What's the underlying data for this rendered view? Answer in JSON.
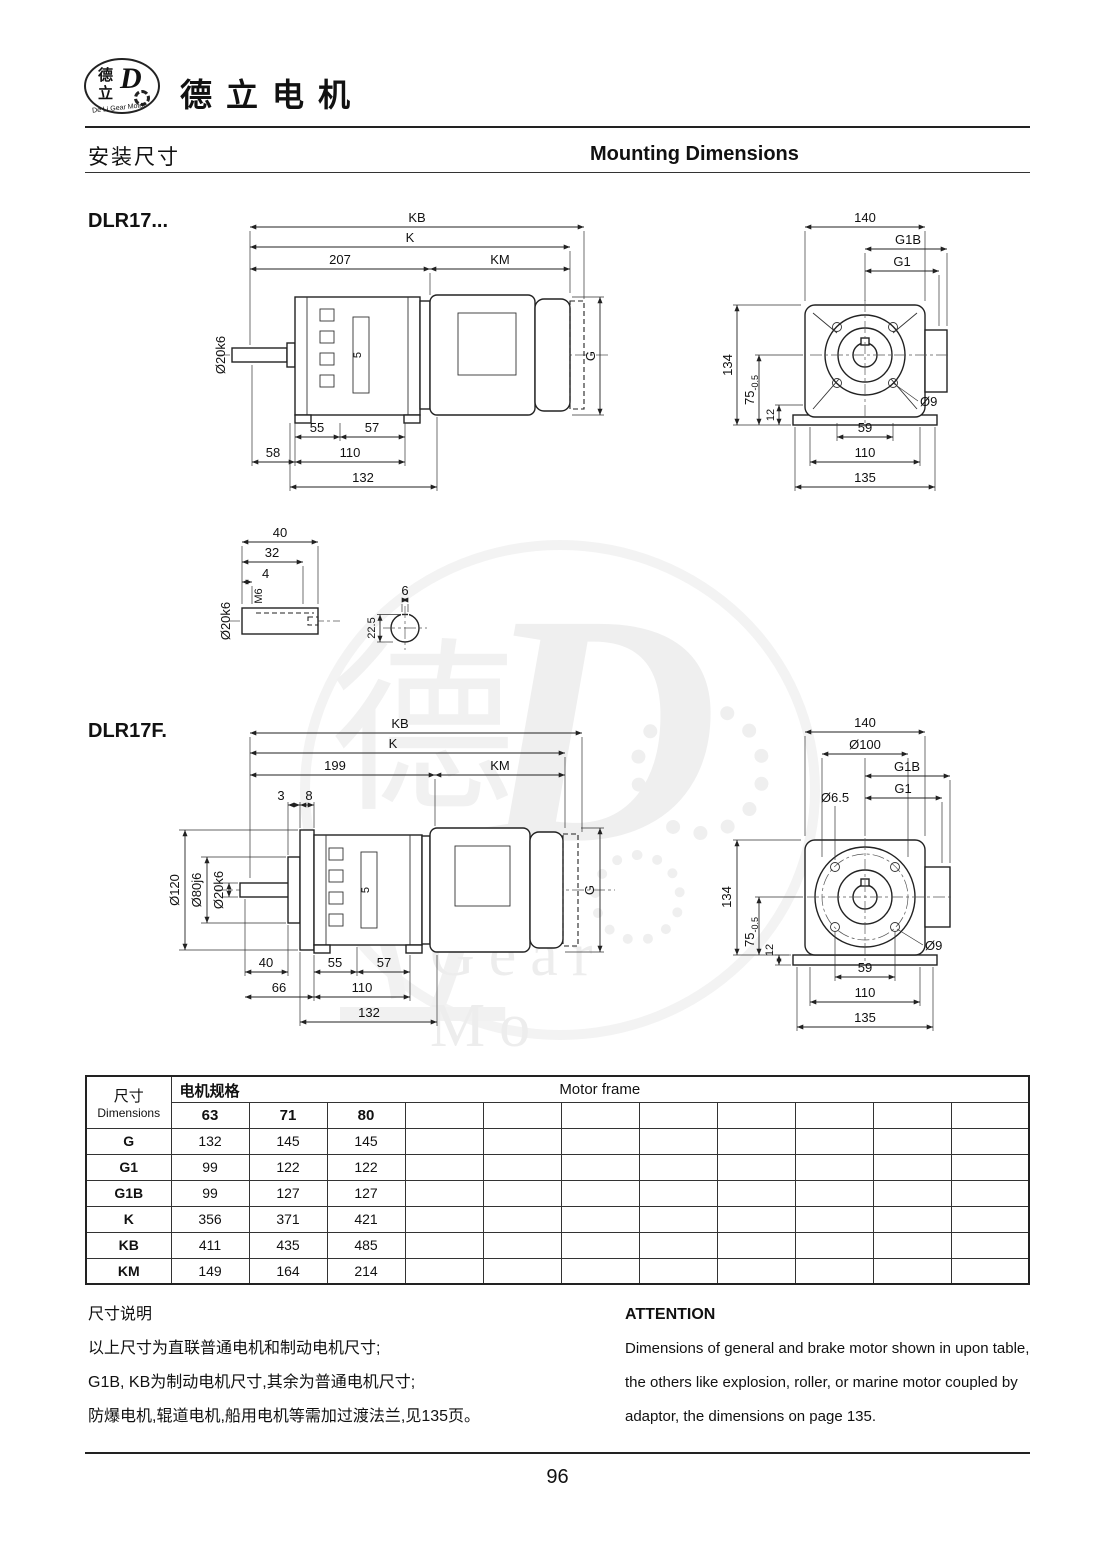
{
  "header": {
    "logo": {
      "zh_top": "德",
      "zh_bottom": "立",
      "script_letter": "D",
      "tagline": "De Li Gear Motor"
    },
    "company": "德立电机"
  },
  "titles": {
    "zh": "安装尺寸",
    "en": "Mounting Dimensions"
  },
  "sections": {
    "s1": "DLR17...",
    "s2": "DLR17F."
  },
  "watermark": {
    "zh1": "德",
    "zh2": "立",
    "letter": "D",
    "text": "Gear Mo"
  },
  "drawings": {
    "d1side": {
      "kb": "KB",
      "k": "K",
      "l207": "207",
      "km": "KM",
      "shaft": "Ø20k6",
      "key": "5",
      "g": "G",
      "l55": "55",
      "l57": "57",
      "l58": "58",
      "l110": "110",
      "l132": "132"
    },
    "d1front": {
      "l140": "140",
      "g1b": "G1B",
      "g1": "G1",
      "l134": "134",
      "l75": "75",
      "tol": "-0.5",
      "l12": "12",
      "l9": "Ø9",
      "l59": "59",
      "l110": "110",
      "l135": "135"
    },
    "shaftDetail": {
      "l40": "40",
      "l32": "32",
      "l4": "4",
      "m6": "M6",
      "shaft": "Ø20k6",
      "l6": "6",
      "l225": "22.5"
    },
    "d2side": {
      "kb": "KB",
      "k": "K",
      "l199": "199",
      "km": "KM",
      "l3": "3",
      "l8": "8",
      "l120": "Ø120",
      "l80": "Ø80j6",
      "l20": "Ø20k6",
      "key": "5",
      "g": "G",
      "l40": "40",
      "l55": "55",
      "l57": "57",
      "l66": "66",
      "l110": "110",
      "l132": "132"
    },
    "d2front": {
      "l140": "140",
      "l100": "Ø100",
      "g1b": "G1B",
      "l65": "Ø6.5",
      "g1": "G1",
      "l134": "134",
      "l75": "75",
      "tol": "-0.5",
      "l12": "12",
      "l9": "Ø9",
      "l59": "59",
      "l110": "110",
      "l135": "135"
    }
  },
  "table": {
    "dim_zh": "尺寸",
    "dim_en": "Dimensions",
    "spec_zh": "电机规格",
    "motor_frame": "Motor frame",
    "frames": [
      "63",
      "71",
      "80"
    ],
    "rows": [
      {
        "name": "G",
        "v": [
          "132",
          "145",
          "145"
        ]
      },
      {
        "name": "G1",
        "v": [
          "99",
          "122",
          "122"
        ]
      },
      {
        "name": "G1B",
        "v": [
          "99",
          "127",
          "127"
        ]
      },
      {
        "name": "K",
        "v": [
          "356",
          "371",
          "421"
        ]
      },
      {
        "name": "KB",
        "v": [
          "411",
          "435",
          "485"
        ]
      },
      {
        "name": "KM",
        "v": [
          "149",
          "164",
          "214"
        ]
      }
    ]
  },
  "notes": {
    "zh_title": "尺寸说明",
    "zh1": "以上尺寸为直联普通电机和制动电机尺寸;",
    "zh2": "G1B, KB为制动电机尺寸,其余为普通电机尺寸;",
    "zh3": "防爆电机,辊道电机,船用电机等需加过渡法兰,见135页。",
    "en_title": "ATTENTION",
    "en1": "Dimensions of general and brake motor shown in upon table,",
    "en2": "the others like explosion, roller, or marine motor coupled by",
    "en3": "adaptor, the dimensions on page 135."
  },
  "footer": {
    "page": "96"
  }
}
